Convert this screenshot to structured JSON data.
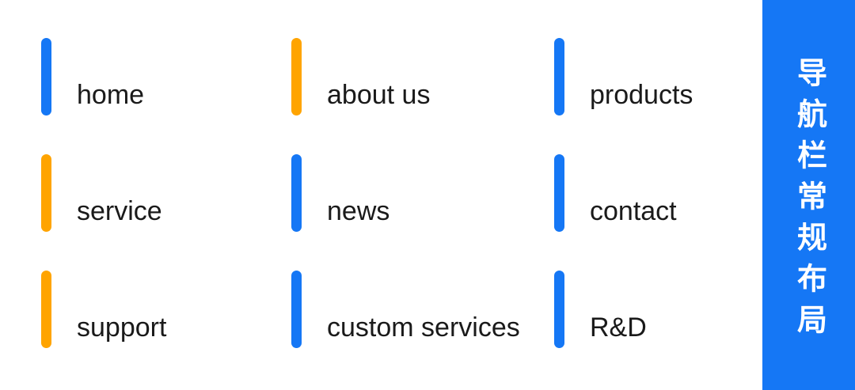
{
  "colors": {
    "blue": "#1577F5",
    "orange": "#FFA400",
    "text": "#1A1A1A",
    "background": "#FFFFFF"
  },
  "sidebar": {
    "title": "导航栏常规布局",
    "color": "#1577F5"
  },
  "nav": {
    "items": [
      {
        "label": "home",
        "accent": "blue"
      },
      {
        "label": "about us",
        "accent": "orange"
      },
      {
        "label": "products",
        "accent": "blue"
      },
      {
        "label": "service",
        "accent": "orange"
      },
      {
        "label": "news",
        "accent": "blue"
      },
      {
        "label": "contact",
        "accent": "blue"
      },
      {
        "label": "support",
        "accent": "orange"
      },
      {
        "label": "custom services",
        "accent": "blue"
      },
      {
        "label": "R&D",
        "accent": "blue"
      }
    ]
  }
}
